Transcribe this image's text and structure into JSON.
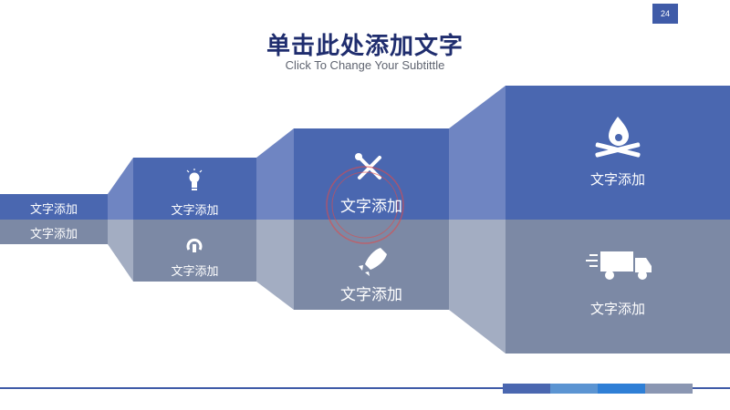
{
  "page_number": "24",
  "title": "单击此处添加文字",
  "subtitle": "Click To Change Your Subtittle",
  "steps": [
    {
      "top_label": "文字添加",
      "bottom_label": "文字添加"
    },
    {
      "top_label": "文字添加",
      "bottom_label": "文字添加",
      "top_icon": "lightbulb-icon",
      "bottom_icon": "power-icon"
    },
    {
      "top_label": "文字添加",
      "bottom_label": "文字添加",
      "top_icon": "tools-icon",
      "bottom_icon": "rocket-icon"
    },
    {
      "top_label": "文字添加",
      "bottom_label": "文字添加",
      "top_icon": "campfire-icon",
      "bottom_icon": "truck-icon"
    }
  ],
  "colors": {
    "top_fill": "#4a67b0",
    "top_connector": "#6f85c2",
    "bottom_fill": "#7c89a5",
    "bottom_connector": "#a3adc2",
    "accent_1": "#4a67b0",
    "accent_2": "#5b94d2",
    "accent_3": "#2f7fd6",
    "accent_4": "#8a96b2"
  }
}
